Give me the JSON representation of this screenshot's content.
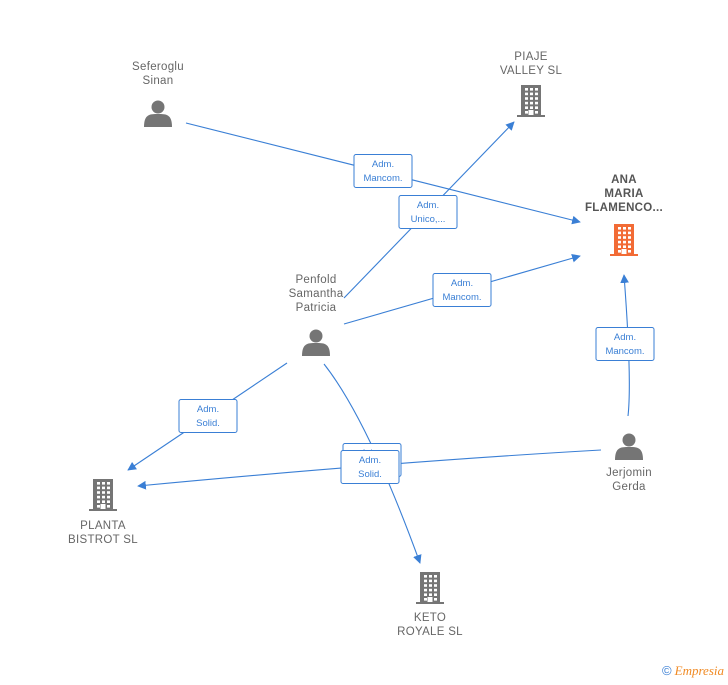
{
  "colors": {
    "edge": "#3a7fd5",
    "node": "#757575",
    "focus": "#f26b35"
  },
  "nodes": [
    {
      "id": "seferoglu",
      "kind": "person",
      "label": [
        "Seferoglu",
        "Sinan"
      ]
    },
    {
      "id": "piaje",
      "kind": "company",
      "label": [
        "PIAJE",
        "VALLEY  SL"
      ]
    },
    {
      "id": "ana",
      "kind": "company",
      "focus": true,
      "label": [
        "ANA",
        "MARIA",
        "FLAMENCO..."
      ]
    },
    {
      "id": "penfold",
      "kind": "person",
      "label": [
        "Penfold",
        "Samantha",
        "Patricia"
      ]
    },
    {
      "id": "jerjomin",
      "kind": "person",
      "label": [
        "Jerjomin",
        "Gerda"
      ]
    },
    {
      "id": "planta",
      "kind": "company",
      "label": [
        "PLANTA",
        "BISTROT  SL"
      ]
    },
    {
      "id": "keto",
      "kind": "company",
      "label": [
        "KETO",
        "ROYALE  SL"
      ]
    }
  ],
  "edges": [
    {
      "from": "seferoglu",
      "to": "ana",
      "label": [
        "Adm.",
        "Mancom."
      ]
    },
    {
      "from": "penfold",
      "to": "piaje",
      "label": [
        "Adm.",
        "Unico,..."
      ]
    },
    {
      "from": "penfold",
      "to": "ana",
      "label": [
        "Adm.",
        "Mancom."
      ]
    },
    {
      "from": "jerjomin",
      "to": "ana",
      "label": [
        "Adm.",
        "Mancom."
      ]
    },
    {
      "from": "penfold",
      "to": "planta",
      "label": [
        "Adm.",
        "Solid."
      ]
    },
    {
      "from": "penfold",
      "to": "keto",
      "label": [
        "Adm.",
        "Solid."
      ]
    },
    {
      "from": "jerjomin",
      "to": "planta",
      "label": [
        "Adm.",
        "Solid."
      ]
    }
  ],
  "footer": {
    "copyright": "©",
    "brand": "Empresia"
  }
}
